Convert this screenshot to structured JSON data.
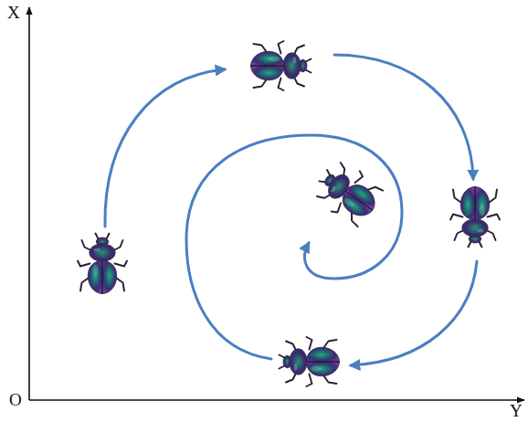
{
  "diagram": {
    "labels": [
      "X",
      "O",
      "Y"
    ]
  }
}
